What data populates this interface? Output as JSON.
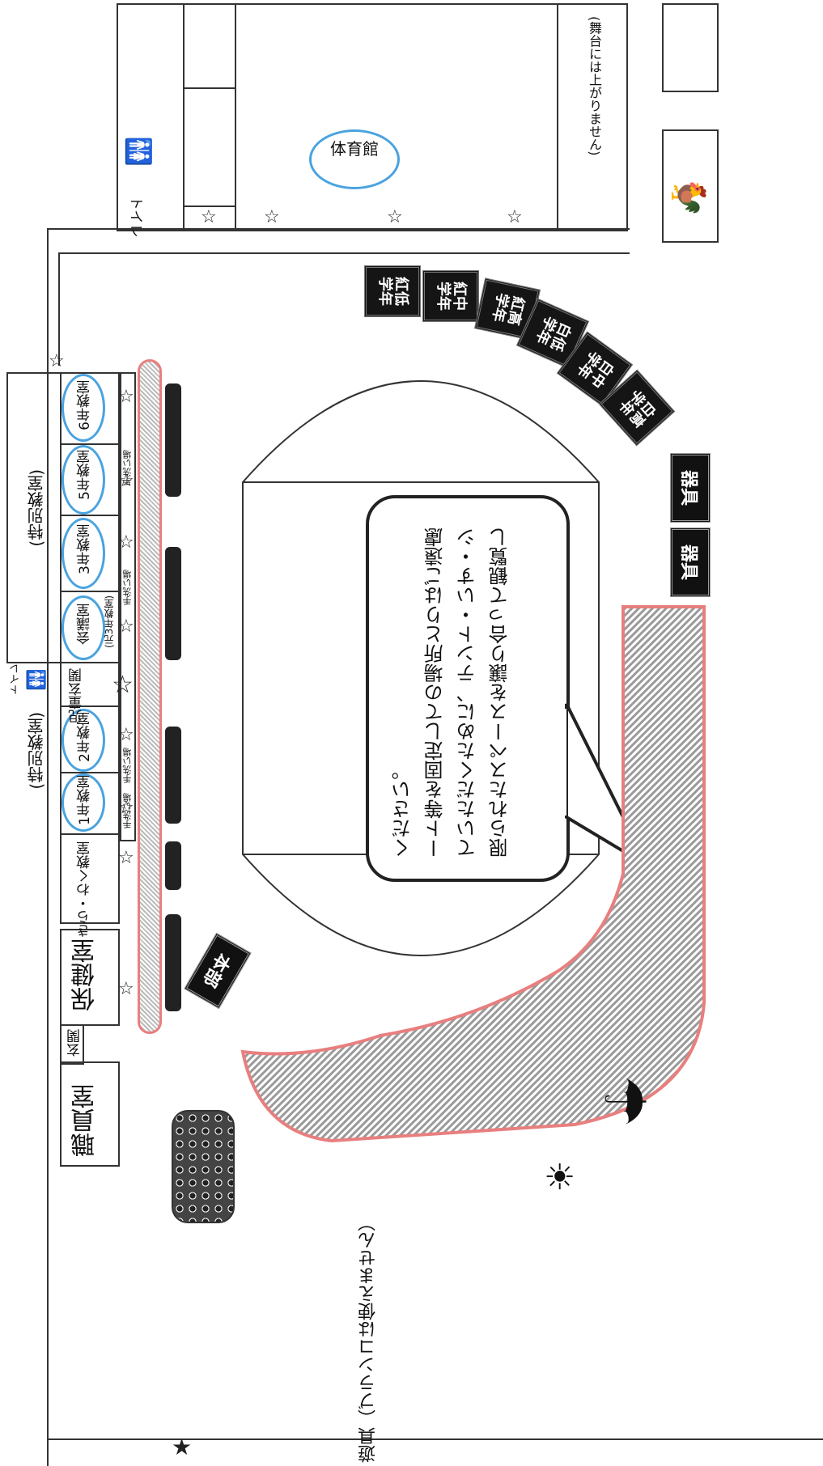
{
  "map": {
    "top_building": {
      "toilet_label": "トイレ",
      "gym_label": "体育館",
      "stage_note": "(舞台には上がりません)"
    },
    "school_building": {
      "special_classroom_top": "(特別教室)",
      "special_classroom_bottom": "(特別教室)",
      "classroom_6": "6年教室",
      "classroom_5": "5年教室",
      "classroom_3": "3年教室",
      "meeting_room": "会議室",
      "meeting_room_note": "(元3年教室)",
      "toilet_label": "トイレ",
      "student_entrance": "児童玄関",
      "classroom_2": "2年教室",
      "classroom_1": "1年教室",
      "kirawaku_classroom": "きら・わく教室",
      "health_room": "保健室",
      "entrance": "玄関",
      "staff_room": "職員室",
      "handwash_1": "手洗い場",
      "handwash_2": "手洗い場",
      "handwash_3": "手洗い場",
      "handwash_4": "手洗い場"
    },
    "field": {
      "speech_bubble": "限られたスペースを譲り合って観覧していただくために、テント・いす・シート等を固定しての場所とりはご遠慮ください。",
      "hq_label": "本部",
      "equipment_1": "器具",
      "equipment_2": "器具",
      "playground_note": "遊具（ブランコは使えません）"
    },
    "team_tags": [
      "紅低\n学年",
      "紅中\n学年",
      "紅高\n学年",
      "白低\n学年",
      "白中\n学年",
      "白高\n学年"
    ],
    "colors": {
      "outline": "#333333",
      "blue_highlight": "#4aa3e0",
      "red_highlight": "#e87f7f",
      "dark_tag": "#151515"
    }
  }
}
